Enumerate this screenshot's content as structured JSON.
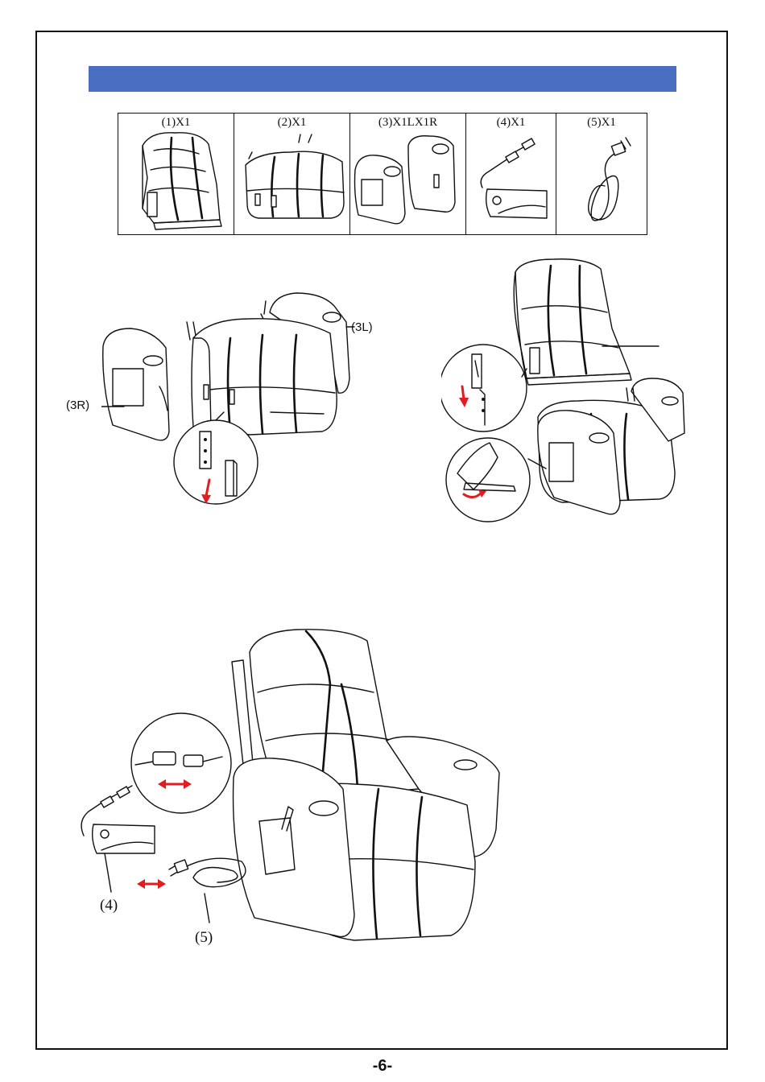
{
  "page": {
    "number": "-6-",
    "banner_color": "#4a6fc1"
  },
  "parts": [
    {
      "label": "(1)X1",
      "item": "backrest"
    },
    {
      "label": "(2)X1",
      "item": "seat-base"
    },
    {
      "label": "(3)X1LX1R",
      "item": "armrests"
    },
    {
      "label": "(4)X1",
      "item": "power-adapter"
    },
    {
      "label": "(5)X1",
      "item": "power-cord"
    }
  ],
  "callouts": {
    "left_arm": "(3L)",
    "right_arm": "(3R)",
    "adapter": "(4)",
    "cord": "(5)"
  },
  "colors": {
    "arrow": "#e21d22",
    "line": "#111111"
  }
}
